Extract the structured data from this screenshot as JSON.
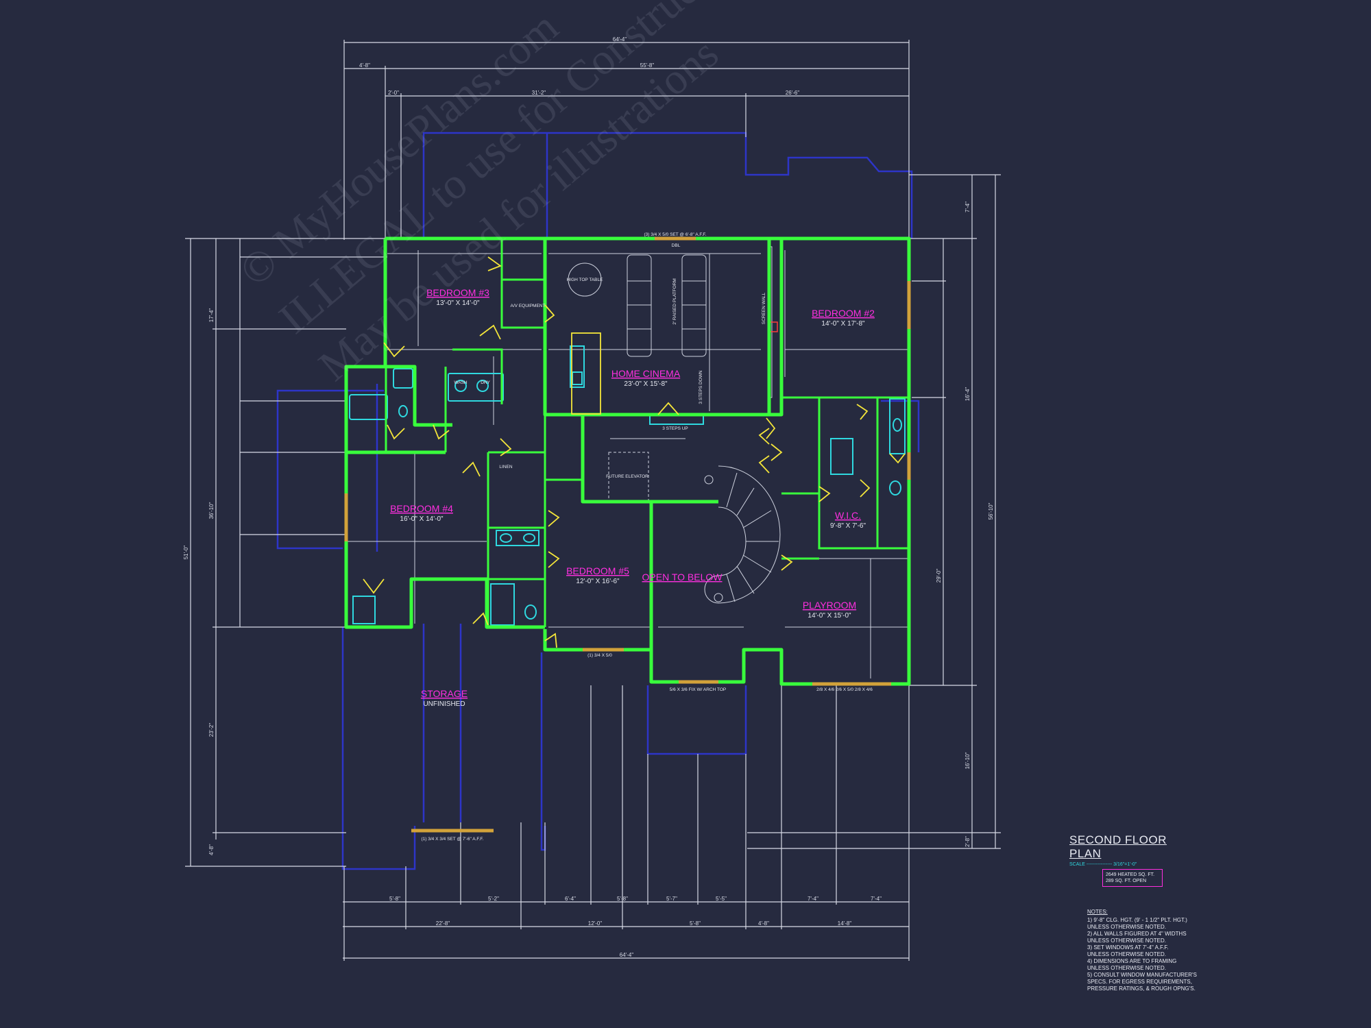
{
  "watermark": {
    "line1": "© MyHousePlans.com",
    "line2": "ILLEGAL to use for Construction",
    "line3": "May be used for illustrations"
  },
  "rooms": {
    "bedroom3": {
      "name": "BEDROOM #3",
      "size": "13'-0\" X 14'-0\""
    },
    "home_cinema": {
      "name": "HOME CINEMA",
      "size": "23'-0\" X 15'-8\""
    },
    "bedroom2": {
      "name": "BEDROOM #2",
      "size": "14'-0\" X 17'-8\""
    },
    "bedroom4": {
      "name": "BEDROOM #4",
      "size": "16'-0\" X 14'-0\""
    },
    "bedroom5": {
      "name": "BEDROOM #5",
      "size": "12'-0\" X 16'-6\""
    },
    "open_to_below": {
      "name": "OPEN TO BELOW"
    },
    "wic": {
      "name": "W.I.C.",
      "size": "9'-8\" X 7'-6\""
    },
    "playroom": {
      "name": "PLAYROOM",
      "size": "14'-0\" X 15'-0\""
    },
    "storage": {
      "name": "STORAGE",
      "sub": "UNFINISHED"
    }
  },
  "labels": {
    "high_top_table": "HIGH TOP TABLE",
    "av_equipment": "A/V EQUIPMENT",
    "wash": "WASH",
    "dry": "DRY",
    "linen": "LINEN",
    "future_elevator": "FUTURE ELEVATOR",
    "steps_up": "3 STEPS UP",
    "steps_down": "3 STEPS DOWN",
    "raised_platform": "2' RAISED PLATFORM",
    "screen_wall": "SCREEN WALL",
    "dbl": "DBL",
    "window_front": "(3) 3/4 X 5/0 SET @ 6'-8\" A.F.F.",
    "window_storage": "(1) 3/4 X 3/4 SET @ 7'-6\" A.F.F.",
    "window_bed5": "(1) 3/4 X 5/0",
    "window_stair": "5/6 X 3/6 FIX W/ ARCH TOP",
    "window_playroom": "2/8 X 4/6   2/6 X 5/0   2/8 X 4/6"
  },
  "dimensions": {
    "overall_top": "64'-4\"",
    "top_row2_a": "4'-8\"",
    "top_row2_b": "55'-8\"",
    "top_row3_a": "2'-0\"",
    "top_row3_b": "31'-2\"",
    "top_row3_c": "26'-6\"",
    "left_overall": "51'-0\"",
    "left_a": "17'-4\"",
    "left_b": "36'-10\"",
    "left_c": "23'-2\"",
    "left_d": "4'-8\"",
    "right_a": "7'-4\"",
    "right_b": "16'-4\"",
    "right_c": "29'-0\"",
    "right_d": "16'-10\"",
    "right_e": "2'-8\"",
    "right_overall": "56'-10\"",
    "bottom_row1": [
      "5'-8\"",
      "5'-2\"",
      "6'-4\"",
      "5'-8\"",
      "5'-7\"",
      "5'-5\"",
      "7'-4\"",
      "7'-4\""
    ],
    "bottom_row2": [
      "22'-8\"",
      "12'-0\"",
      "5'-8\"",
      "4'-8\"",
      "14'-8\""
    ],
    "overall_bottom": "64'-4\""
  },
  "title_block": {
    "title": "SECOND FLOOR PLAN",
    "scale": "SCALE ---------------- 3/16\"=1'-0\"",
    "sqft_line1": "2649 HEATED SQ. FT.",
    "sqft_line2": "289 SQ. FT. OPEN"
  },
  "notes": {
    "title": "NOTES:",
    "items": [
      "1) 9'-8\" CLG. HGT. (9' - 1 1/2\" PLT. HGT.)\n    UNLESS OTHERWISE NOTED.",
      "2) ALL WALLS FIGURED AT 4\" WIDTHS\n    UNLESS OTHERWISE NOTED.",
      "3) SET WINDOWS AT 7'-4\" A.F.F.\n    UNLESS OTHERWISE NOTED.",
      "4) DIMENSIONS ARE TO FRAMING\n    UNLESS OTHERWISE NOTED.",
      "5) CONSULT WINDOW MANUFACTURER'S\n    SPECS. FOR EGRESS REQUIREMENTS,\n    PRESSURE RATINGS, & ROUGH OPNG'S."
    ]
  }
}
